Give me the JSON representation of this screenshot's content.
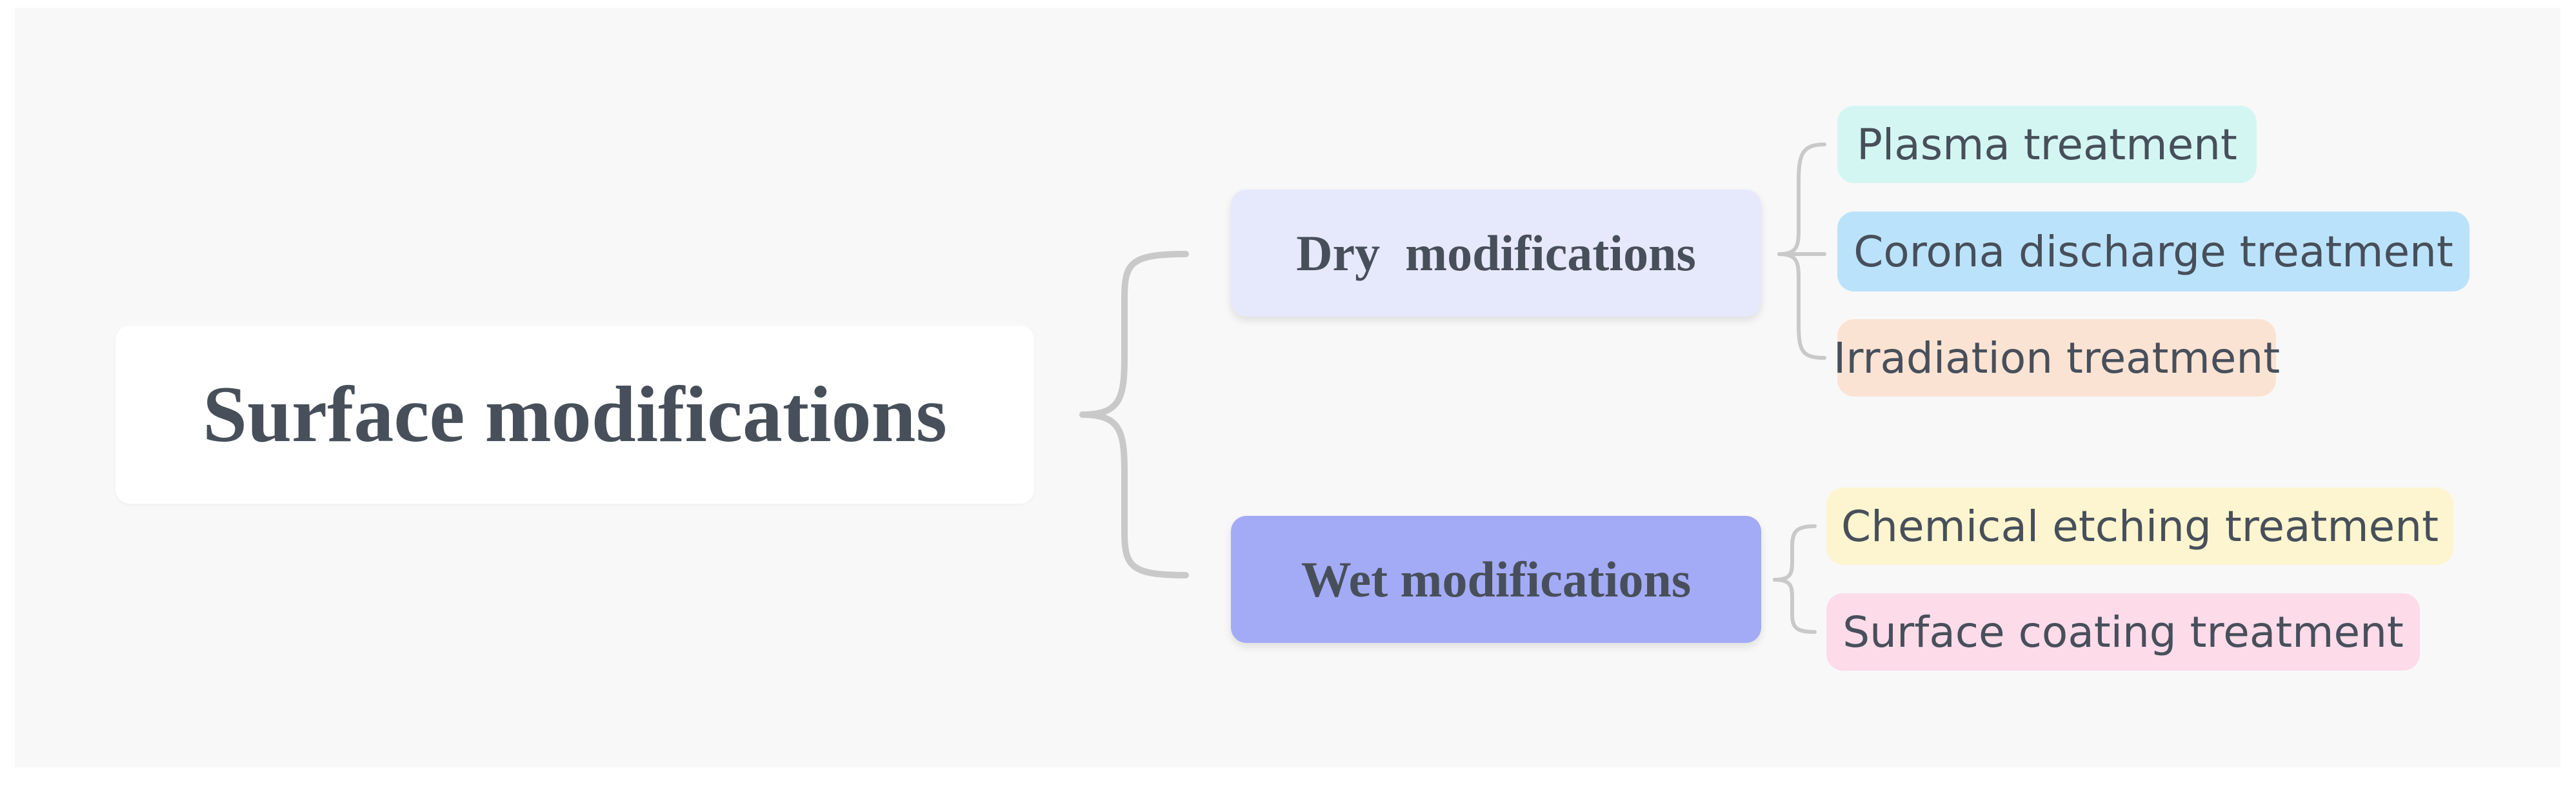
{
  "root": {
    "label": "Surface modifications"
  },
  "branches": [
    {
      "label": "Dry  modifications",
      "color": "#e6e8fc",
      "leaves": [
        {
          "label": "Plasma treatment",
          "color": "#d3f6f3"
        },
        {
          "label": "Corona discharge treatment",
          "color": "#bbe2fb"
        },
        {
          "label": "Irradiation treatment",
          "color": "#fbe3d4"
        }
      ]
    },
    {
      "label": "Wet modifications",
      "color": "#a3abf6",
      "leaves": [
        {
          "label": "Chemical etching treatment",
          "color": "#fdf5cf"
        },
        {
          "label": "Surface coating treatment",
          "color": "#fddbe9"
        }
      ]
    }
  ],
  "colors": {
    "background": "#f8f8f8",
    "connector": "#c9c9c9",
    "text": "#474f5a"
  }
}
